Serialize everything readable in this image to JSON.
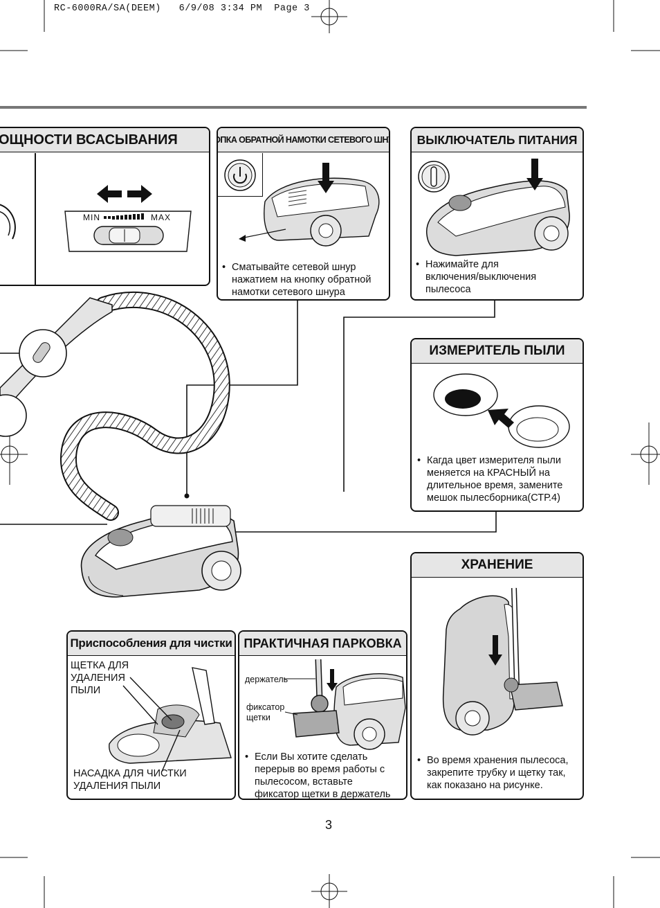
{
  "header": {
    "text": "RC-6000RA/SA(DEEM)   6/9/08 3:34 PM  Page 3"
  },
  "page_number": "3",
  "panels": {
    "suction": {
      "title": "ОЩНОСТИ ВСАСЫВАНИЯ",
      "min_label": "MIN",
      "max_label": "MAX"
    },
    "cord_rewind": {
      "title": "КНОПКА ОБРАТНОЙ НАМОТКИ СЕТЕВОГО ШНУРА",
      "bullet": [
        "Сматывайте сетевой шнур",
        "нажатием на кнопку обратной",
        "намотки сетевого шнура"
      ]
    },
    "power_switch": {
      "title": "ВЫКЛЮЧАТЕЛЬ ПИТАНИЯ",
      "bullet": [
        "Нажимайте для",
        "включения/выключения",
        "пылесоса"
      ]
    },
    "dust_indicator": {
      "title": "ИЗМЕРИТЕЛЬ ПЫЛИ",
      "bullet": [
        "Кагда цвет измерителя пыли",
        "меняется на КРАСНЫЙ на",
        "длительное время, замените",
        "мешок пылесборника(СТР.4)"
      ]
    },
    "storage": {
      "title": "ХРАНЕНИЕ",
      "bullet": [
        "Во время хранения пылесоса,",
        "закрепите трубку и щетку так,",
        "как показано на рисунке."
      ]
    },
    "cleaning_tools": {
      "title": "Приспособления для чистки",
      "brush_label": [
        "ЩЕТКА ДЛЯ",
        "УДАЛЕНИЯ",
        "ПЫЛИ"
      ],
      "nozzle_label": [
        "НАСАДКА ДЛЯ ЧИСТКИ",
        "УДАЛЕНИЯ ПЫЛИ"
      ]
    },
    "parking": {
      "title": "ПРАКТИЧНАЯ ПАРКОВКА",
      "holder_label": "держатель",
      "lock_label": [
        "фиксатор",
        "щетки"
      ],
      "bullet": [
        "Если Вы хотите сделать",
        "перерыв во время работы с",
        "пылесосом, вставьте",
        "фиксатор щетки в держатель"
      ]
    }
  },
  "bullet_symbol": "•"
}
